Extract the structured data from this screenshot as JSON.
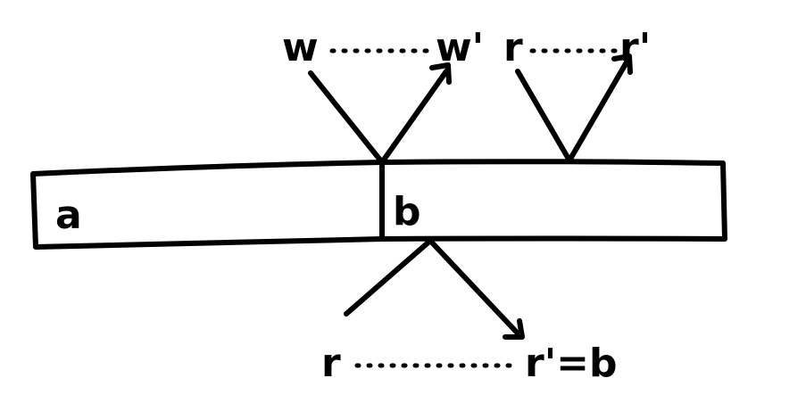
{
  "labels": {
    "cell_a": "a",
    "cell_b": "b",
    "top_left_start": "w",
    "top_left_end": "w'",
    "top_right_start": "r",
    "top_right_end": "r'",
    "bottom_start": "r",
    "bottom_end": "r'=b"
  },
  "colors": {
    "ink": "#000000",
    "paper": "#ffffff"
  }
}
